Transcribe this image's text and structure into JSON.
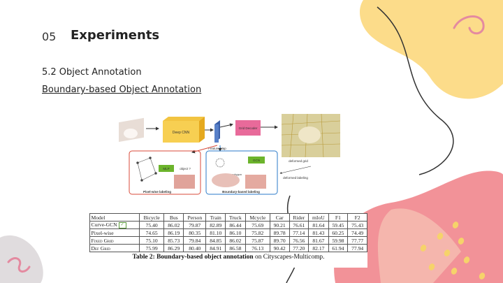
{
  "slide": {
    "section_number": "05",
    "section_title": "Experiments",
    "subsection": "5.2 Object Annotation",
    "subsubsection": "Boundary-based Object Annotation"
  },
  "figure": {
    "labels": {
      "deep_cnn": "Deep CNN",
      "feature_map": "Feature Map",
      "grid_decoder": "Grid Decoder",
      "deformed_grid": "deformed grid",
      "mlp": "MLP",
      "gcn": "GCN",
      "object_q": "object ?",
      "pixelwise_labeling": "Pixel-wise labeling",
      "boundary_labeling": "Boundary-based labeling",
      "deformed_labeling": "deformed labeling",
      "polygon": "polygon"
    }
  },
  "table": {
    "columns": [
      "Model",
      "Bicycle",
      "Bus",
      "Person",
      "Train",
      "Truck",
      "Mcycle",
      "Car",
      "Rider",
      "mIoU",
      "F1",
      "F2"
    ],
    "rows": [
      {
        "model": "Curve-GCN",
        "checked": true,
        "values": [
          "75.40",
          "86.02",
          "79.87",
          "82.89",
          "86.44",
          "75.69",
          "90.21",
          "76.61",
          "81.64",
          "59.45",
          "75.43"
        ]
      },
      {
        "model": "Pixel-wise",
        "checked": false,
        "values": [
          "74.65",
          "86.19",
          "80.35",
          "81.10",
          "86.10",
          "75.82",
          "89.78",
          "77.14",
          "81.43",
          "60.25",
          "74.49"
        ]
      },
      {
        "model": "Fixed Grid",
        "checked": false,
        "values": [
          "75.10",
          "85.73",
          "79.84",
          "84.85",
          "86.02",
          "75.87",
          "89.70",
          "76.56",
          "81.67",
          "59.98",
          "77.77"
        ]
      },
      {
        "model": "Def Grid",
        "checked": false,
        "values": [
          "75.99",
          "86.29",
          "80.40",
          "84.91",
          "86.58",
          "76.13",
          "90.42",
          "77.20",
          "82.17",
          "61.94",
          "77.94"
        ]
      }
    ],
    "caption_bold": "Table 2: Boundary-based object annotation",
    "caption_rest": " on Cityscapes-Multicomp."
  },
  "colors": {
    "yellow_blob": "#fcdc8a",
    "pink_blob": "#f29298",
    "peach_blob": "#f6c9b8",
    "gray_blob": "#e0dcde",
    "squiggle_pink": "#e48aa0",
    "squiggle_dark": "#333333",
    "dots_yellow": "#f6d36a"
  },
  "icons": [
    "squiggle-decoration",
    "dot-pattern"
  ]
}
